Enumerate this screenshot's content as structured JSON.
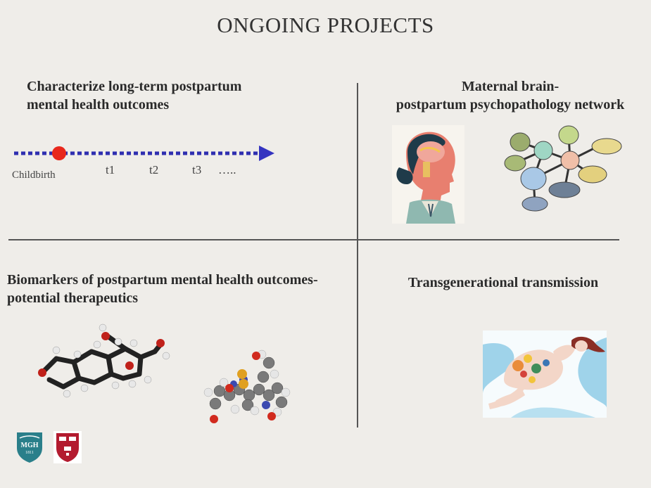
{
  "slide": {
    "title": "ONGOING PROJECTS"
  },
  "quadrants": {
    "top_left": {
      "heading_line1": "Characterize long-term postpartum",
      "heading_line2": "mental health outcomes",
      "timeline": {
        "start_label": "Childbirth",
        "points": [
          "t1",
          "t2",
          "t3",
          "….."
        ]
      }
    },
    "top_right": {
      "heading_line1": "Maternal brain-",
      "heading_line2": "postpartum psychopathology network"
    },
    "bottom_left": {
      "heading_line1": "Biomarkers of postpartum mental health outcomes-",
      "heading_line2": "potential therapeutics"
    },
    "bottom_right": {
      "heading": "Transgenerational transmission"
    }
  },
  "logos": {
    "mgh_text": "MGH",
    "mgh_year": "1811"
  },
  "colors": {
    "timeline": "#2f2fb0",
    "childbirth_dot": "#e8281c",
    "background": "#efede9"
  }
}
